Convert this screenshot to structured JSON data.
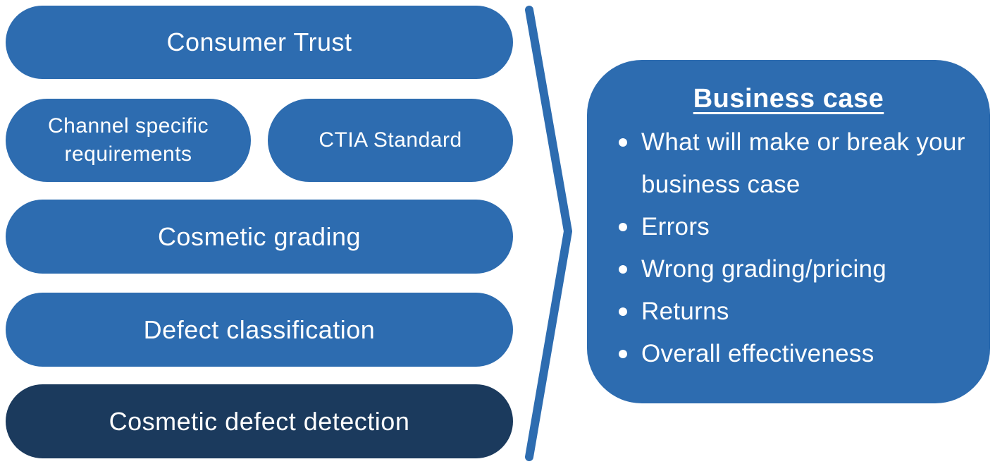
{
  "colors": {
    "primary_blue": "#2D6CB0",
    "dark_navy": "#1B3A5D",
    "text_white": "#FFFFFF"
  },
  "pills": [
    {
      "label": "Consumer Trust"
    },
    {
      "label": "Channel specific requirements"
    },
    {
      "label": "CTIA Standard"
    },
    {
      "label": "Cosmetic grading"
    },
    {
      "label": "Defect classification"
    },
    {
      "label": "Cosmetic defect detection"
    }
  ],
  "arrow": {
    "icon": "chevron-right"
  },
  "business_case": {
    "title": "Business case",
    "bullets": [
      "What will make or break your business case",
      "Errors",
      "Wrong grading/pricing",
      "Returns",
      "Overall effectiveness"
    ]
  }
}
